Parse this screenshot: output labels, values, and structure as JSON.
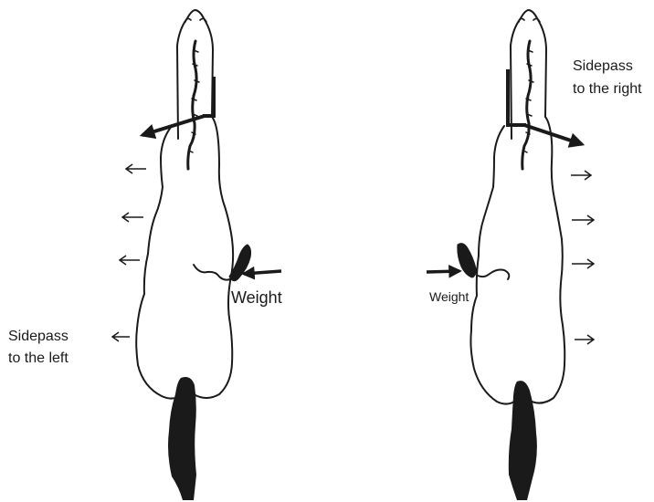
{
  "diagrams": [
    {
      "direction": "left",
      "weight_label": "Weight",
      "caption_line1": "Sidepass",
      "caption_line2": "to the left"
    },
    {
      "direction": "right",
      "weight_label": "Weight",
      "caption_line1": "Sidepass",
      "caption_line2": "to the right"
    }
  ],
  "colors": {
    "ink": "#1a1a1a",
    "background": "#ffffff"
  }
}
